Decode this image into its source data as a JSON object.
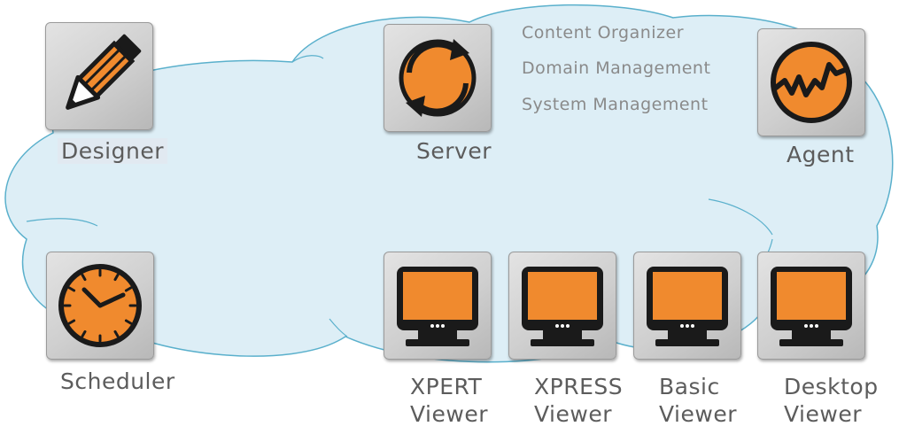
{
  "components": {
    "designer": "Designer",
    "server": "Server",
    "agent": "Agent",
    "scheduler": "Scheduler"
  },
  "server_features": [
    "Content Organizer",
    "Domain Management",
    "System Management"
  ],
  "viewers": [
    {
      "line1": "XPERT",
      "line2": "Viewer"
    },
    {
      "line1": "XPRESS",
      "line2": "Viewer"
    },
    {
      "line1": "Basic",
      "line2": "Viewer"
    },
    {
      "line1": "Desktop",
      "line2": "Viewer"
    }
  ],
  "colors": {
    "cloud_fill": "#ddeef6",
    "cloud_stroke": "#5ab0cc",
    "accent_orange": "#f08a2e",
    "icon_black": "#1a1a1a",
    "label_text": "#5c5c5c",
    "feature_text": "#8a8a8a"
  },
  "icons": [
    "pencil-icon",
    "sync-arrows-icon",
    "pulse-wave-icon",
    "clock-icon",
    "monitor-icon"
  ]
}
